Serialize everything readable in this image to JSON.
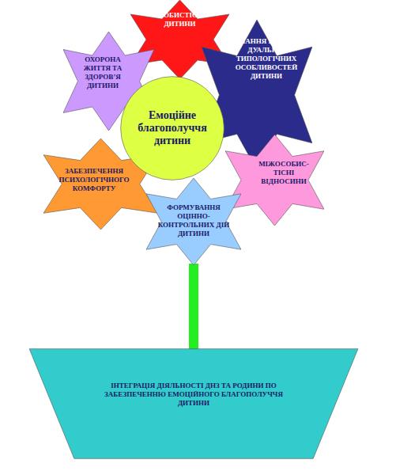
{
  "diagram": {
    "nodes": [
      {
        "text": [
          "ОСОБИСТІСТЬ ДИТИНИ"
        ]
      },
      {
        "text": [
          "ОХОРОНА ЖИТТЯ ТА ЗДОРОВ’Я ДИТИНИ"
        ]
      },
      {
        "text": [
          "ЗНАННЯ ІНДИВІ- ДУАЛЬНО- ТИПОЛОГІЧНИХ ОСОБЛИВОСТЕЙ ДИТИНИ"
        ]
      },
      {
        "text": [
          "Емоційне благополуччя дитини"
        ]
      },
      {
        "text": [
          "ЗАБЕЗПЕЧЕННЯ ПСИХОЛОГІЧНОГО КОМФОРТУ"
        ]
      },
      {
        "text": [
          "МІЖОСОБИС- ТІСНІ ВІДНОСИНИ"
        ]
      },
      {
        "text": [
          "ФОРМУВАННЯ ОЦІННО- КОНТРОЛЬНИХ ДІЙ ДИТИНИ"
        ]
      },
      {
        "text": [
          "ІНТЕГРАЦІЯ ДІЯЛЬНОСТІ ДНЗ ТА РОДИНИ ПО ЗАБЕЗПЕЧЕННЮ ЕМОЦІЙНОГО БЛАГОПОЛУЧЧЯ ДИТИНИ"
        ]
      }
    ],
    "edges": [
      {
        "from": 6,
        "to": 7,
        "arrow": "none"
      }
    ]
  }
}
